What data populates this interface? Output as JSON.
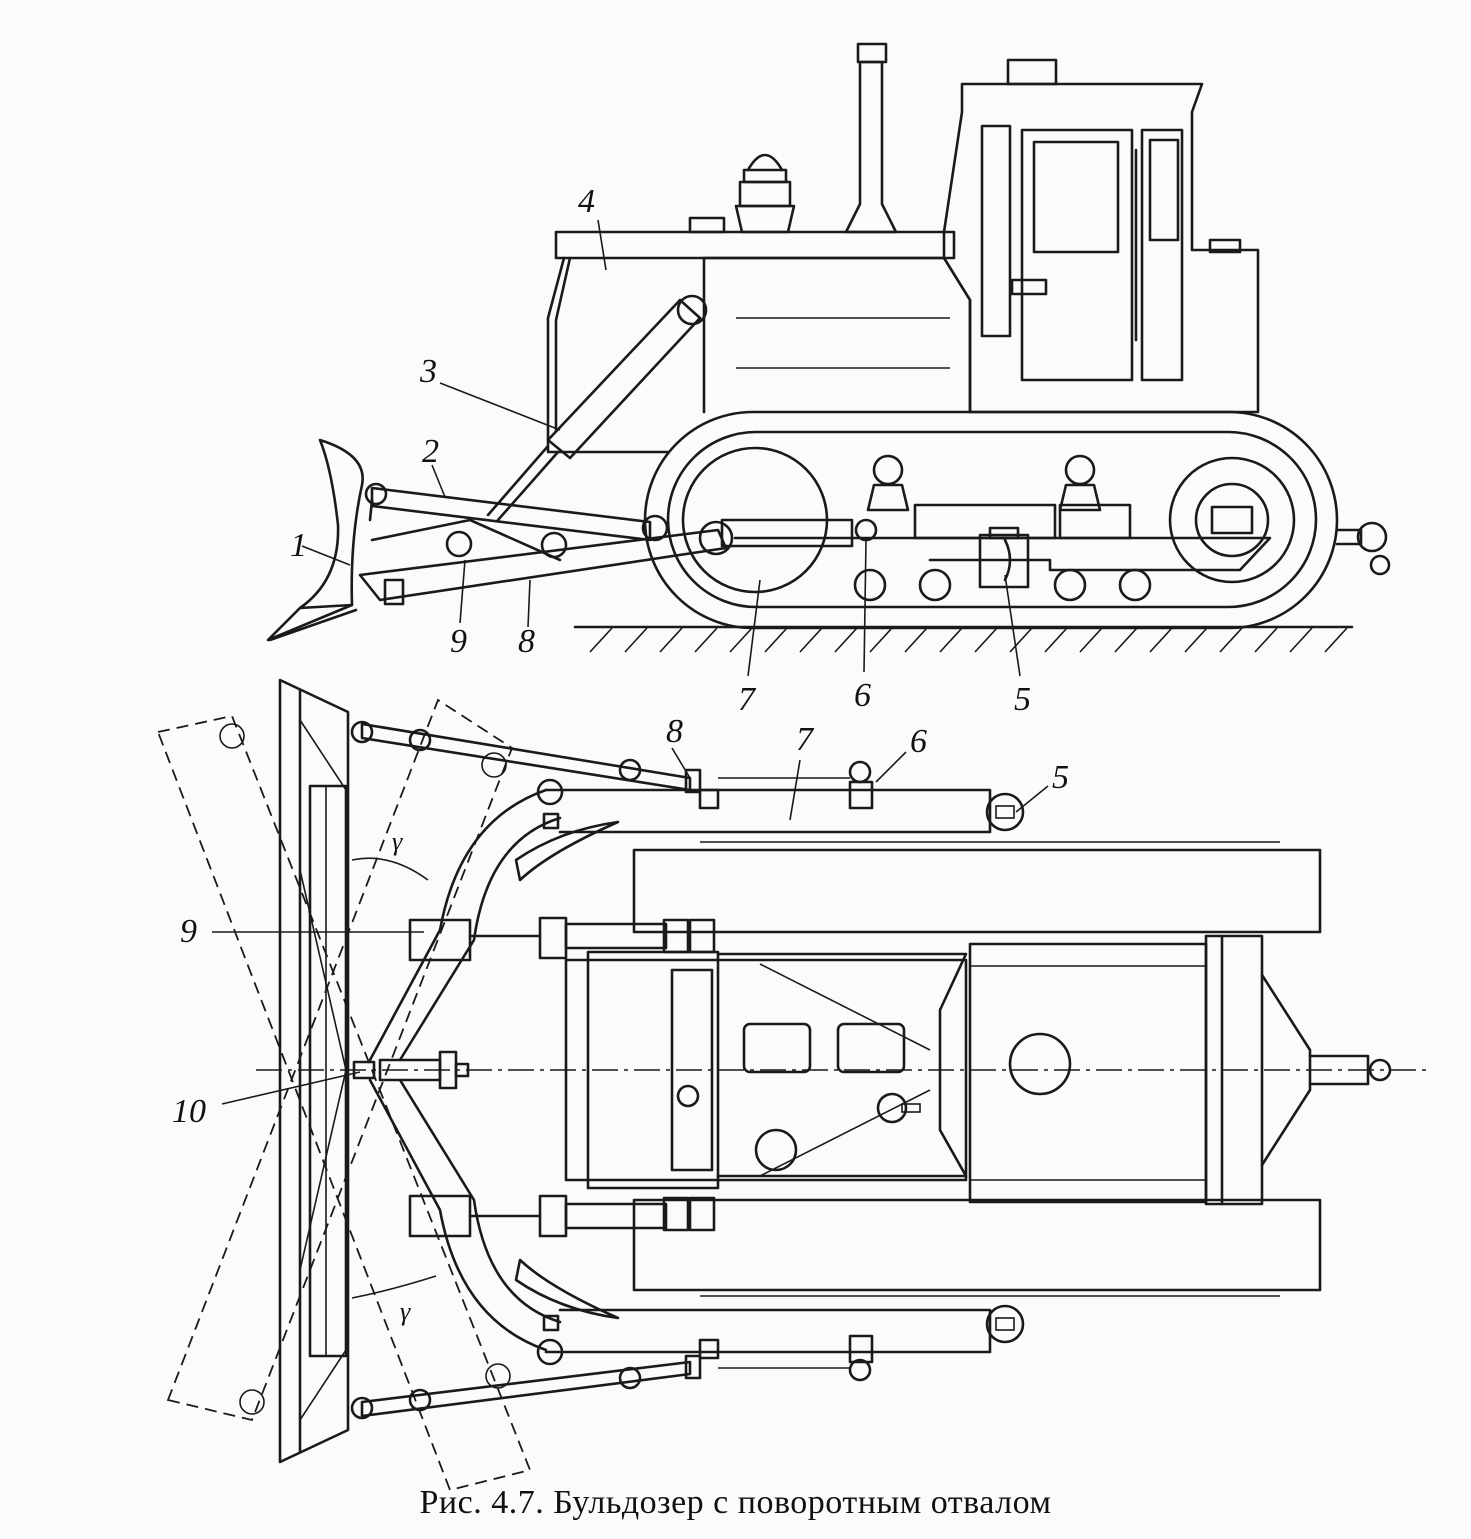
{
  "caption": "Рис. 4.7. Бульдозер с поворотным отвалом",
  "side_view": {
    "labels": [
      "1",
      "2",
      "3",
      "4",
      "5",
      "6",
      "7",
      "8",
      "9"
    ]
  },
  "top_view": {
    "labels": [
      "5",
      "6",
      "7",
      "8",
      "9",
      "10"
    ],
    "angle_symbol": "γ"
  }
}
